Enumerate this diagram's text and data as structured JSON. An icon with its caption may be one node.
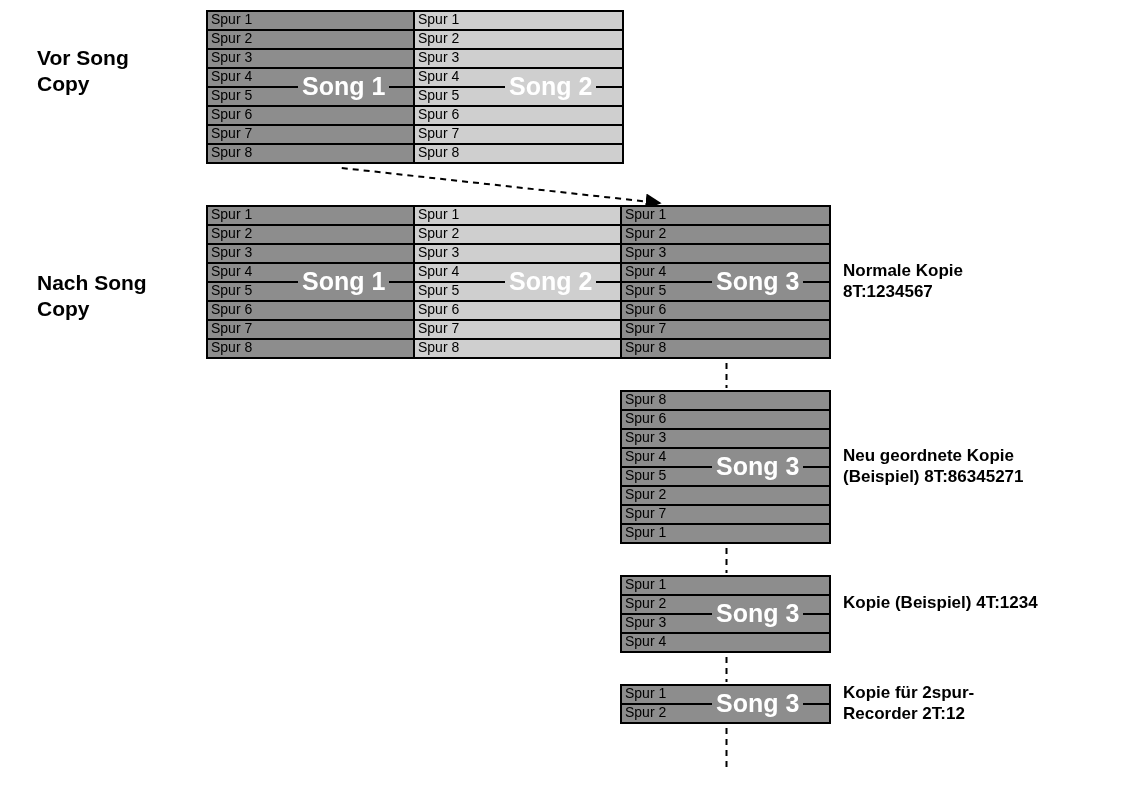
{
  "diagram": {
    "nodes": [
      {
        "text": [
          "Song 1"
        ]
      },
      {
        "text": [
          "Spur 1"
        ],
        "in": 0
      },
      {
        "text": [
          "Spur 2"
        ],
        "in": 0
      },
      {
        "text": [
          "Spur 3"
        ],
        "in": 0
      },
      {
        "text": [
          "Spur 4"
        ],
        "in": 0
      },
      {
        "text": [
          "Spur 5"
        ],
        "in": 0
      },
      {
        "text": [
          "Spur 6"
        ],
        "in": 0
      },
      {
        "text": [
          "Spur 7"
        ],
        "in": 0
      },
      {
        "text": [
          "Spur 8"
        ],
        "in": 0
      },
      {
        "text": [
          "Song 2"
        ]
      },
      {
        "text": [
          "Spur 1"
        ],
        "in": 9
      },
      {
        "text": [
          "Spur 2"
        ],
        "in": 9
      },
      {
        "text": [
          "Spur 3"
        ],
        "in": 9
      },
      {
        "text": [
          "Spur 4"
        ],
        "in": 9
      },
      {
        "text": [
          "Spur 5"
        ],
        "in": 9
      },
      {
        "text": [
          "Spur 6"
        ],
        "in": 9
      },
      {
        "text": [
          "Spur 7"
        ],
        "in": 9
      },
      {
        "text": [
          "Spur 8"
        ],
        "in": 9
      },
      {
        "text": [
          "Song 1"
        ]
      },
      {
        "text": [
          "Spur 1"
        ],
        "in": 18
      },
      {
        "text": [
          "Spur 2"
        ],
        "in": 18
      },
      {
        "text": [
          "Spur 3"
        ],
        "in": 18
      },
      {
        "text": [
          "Spur 4"
        ],
        "in": 18
      },
      {
        "text": [
          "Spur 5"
        ],
        "in": 18
      },
      {
        "text": [
          "Spur 6"
        ],
        "in": 18
      },
      {
        "text": [
          "Spur 7"
        ],
        "in": 18
      },
      {
        "text": [
          "Spur 8"
        ],
        "in": 18
      },
      {
        "text": [
          "Song 2"
        ]
      },
      {
        "text": [
          "Spur 1"
        ],
        "in": 27
      },
      {
        "text": [
          "Spur 2"
        ],
        "in": 27
      },
      {
        "text": [
          "Spur 3"
        ],
        "in": 27
      },
      {
        "text": [
          "Spur 4"
        ],
        "in": 27
      },
      {
        "text": [
          "Spur 5"
        ],
        "in": 27
      },
      {
        "text": [
          "Spur 6"
        ],
        "in": 27
      },
      {
        "text": [
          "Spur 7"
        ],
        "in": 27
      },
      {
        "text": [
          "Spur 8"
        ],
        "in": 27
      },
      {
        "text": [
          "Song 3"
        ],
        "beside": [
          "Normale Kopie 8T:1234567"
        ]
      },
      {
        "text": [
          "Spur 1"
        ],
        "in": 36
      },
      {
        "text": [
          "Spur 2"
        ],
        "in": 36
      },
      {
        "text": [
          "Spur 3"
        ],
        "in": 36
      },
      {
        "text": [
          "Spur 4"
        ],
        "in": 36
      },
      {
        "text": [
          "Spur 5"
        ],
        "in": 36
      },
      {
        "text": [
          "Spur 6"
        ],
        "in": 36
      },
      {
        "text": [
          "Spur 7"
        ],
        "in": 36
      },
      {
        "text": [
          "Spur 8"
        ],
        "in": 36
      },
      {
        "text": [
          "Song 3"
        ],
        "beside": [
          "Neu geordnete Kopie (Beispiel) 8T:86345271"
        ]
      },
      {
        "text": [
          "Spur 8"
        ],
        "in": 45
      },
      {
        "text": [
          "Spur 6"
        ],
        "in": 45
      },
      {
        "text": [
          "Spur 3"
        ],
        "in": 45
      },
      {
        "text": [
          "Spur 4"
        ],
        "in": 45
      },
      {
        "text": [
          "Spur 5"
        ],
        "in": 45
      },
      {
        "text": [
          "Spur 2"
        ],
        "in": 45
      },
      {
        "text": [
          "Spur 7"
        ],
        "in": 45
      },
      {
        "text": [
          "Spur 1"
        ],
        "in": 45
      },
      {
        "text": [
          "Song 3"
        ],
        "beside": [
          "Kopie (Beispiel) 4T:1234"
        ]
      },
      {
        "text": [
          "Spur 1"
        ],
        "in": 54
      },
      {
        "text": [
          "Spur 2"
        ],
        "in": 54
      },
      {
        "text": [
          "Spur 3"
        ],
        "in": 54
      },
      {
        "text": [
          "Spur 4"
        ],
        "in": 54
      },
      {
        "text": [
          "Song 3"
        ],
        "beside": [
          "Kopie für 2spur-Recorder 2T:12"
        ]
      },
      {
        "text": [
          "Spur 1"
        ],
        "in": 59
      },
      {
        "text": [
          "Spur 2"
        ],
        "in": 59
      }
    ],
    "edges": [
      {
        "from": 0,
        "to": 36,
        "arrow": "to",
        "style": "dashed"
      },
      {
        "from": 36,
        "to": 45,
        "arrow": "none",
        "style": "dashed"
      },
      {
        "from": 45,
        "to": 54,
        "arrow": "none",
        "style": "dashed"
      },
      {
        "from": 54,
        "to": 59,
        "arrow": "none",
        "style": "dashed"
      },
      {
        "from": 59,
        "to": null,
        "arrow": "none",
        "style": "dashed"
      }
    ],
    "labels": [
      "Vor Song Copy",
      "Nach Song Copy"
    ]
  }
}
